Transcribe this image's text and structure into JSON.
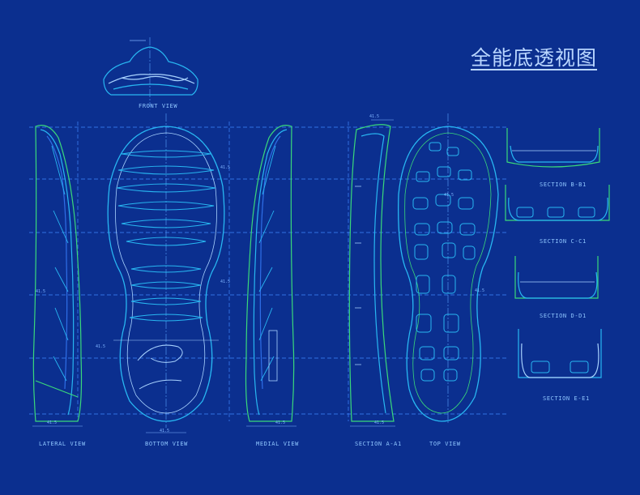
{
  "title": "全能底透视图",
  "views": {
    "front": "FRONT VIEW",
    "lateral": "LATERAL VIEW",
    "bottom": "BOTTOM VIEW",
    "medial": "MEDIAL VIEW",
    "section_aa": "SECTION A-A1",
    "top": "TOP VIEW"
  },
  "sections": {
    "bb": "SECTION B-B1",
    "cc": "SECTION C-C1",
    "dd": "SECTION D-D1",
    "ee": "SECTION E-E1"
  },
  "dimensions": {
    "a": "41.5",
    "b": "41.5",
    "c": "41.5",
    "d": "41.5",
    "e": "41.5",
    "f": "41.5",
    "g": "41.5",
    "h": "41.5",
    "i": "41.5",
    "j": "41.5",
    "k": "41.5"
  },
  "colors": {
    "background": "#0b2f8f",
    "cyan_line": "#28b7f2",
    "green_line": "#3ad97a",
    "light_line": "#a9d3ff",
    "blue_line": "#2f6fe8"
  }
}
